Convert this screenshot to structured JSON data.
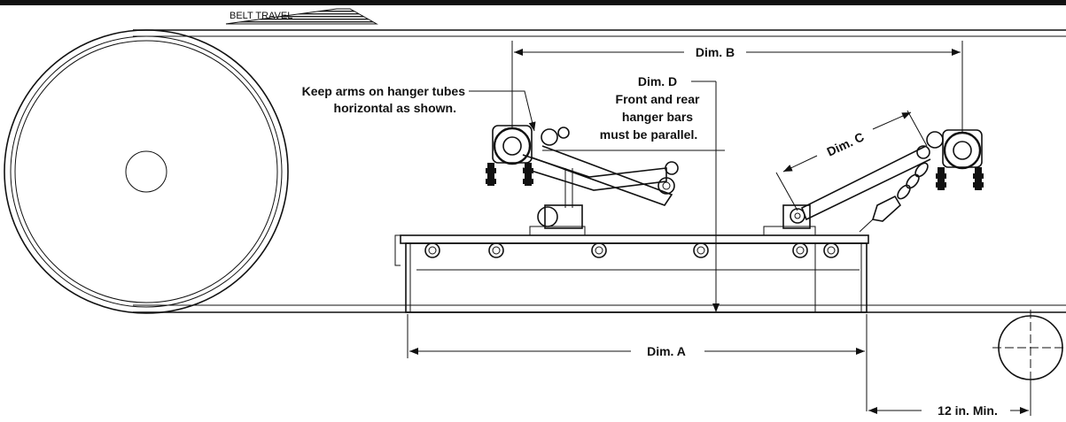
{
  "belt_travel_label": "BELT TRAVEL",
  "dim_a_label": "Dim. A",
  "dim_b_label": "Dim. B",
  "dim_c_label": "Dim. C",
  "dim_d_label": "Dim. D",
  "note_arms": [
    "Keep arms on hanger tubes",
    "horizontal as shown."
  ],
  "note_parallel": [
    "Front and rear",
    "hanger bars",
    "must be parallel."
  ],
  "min_clearance_label": "12 in. Min."
}
